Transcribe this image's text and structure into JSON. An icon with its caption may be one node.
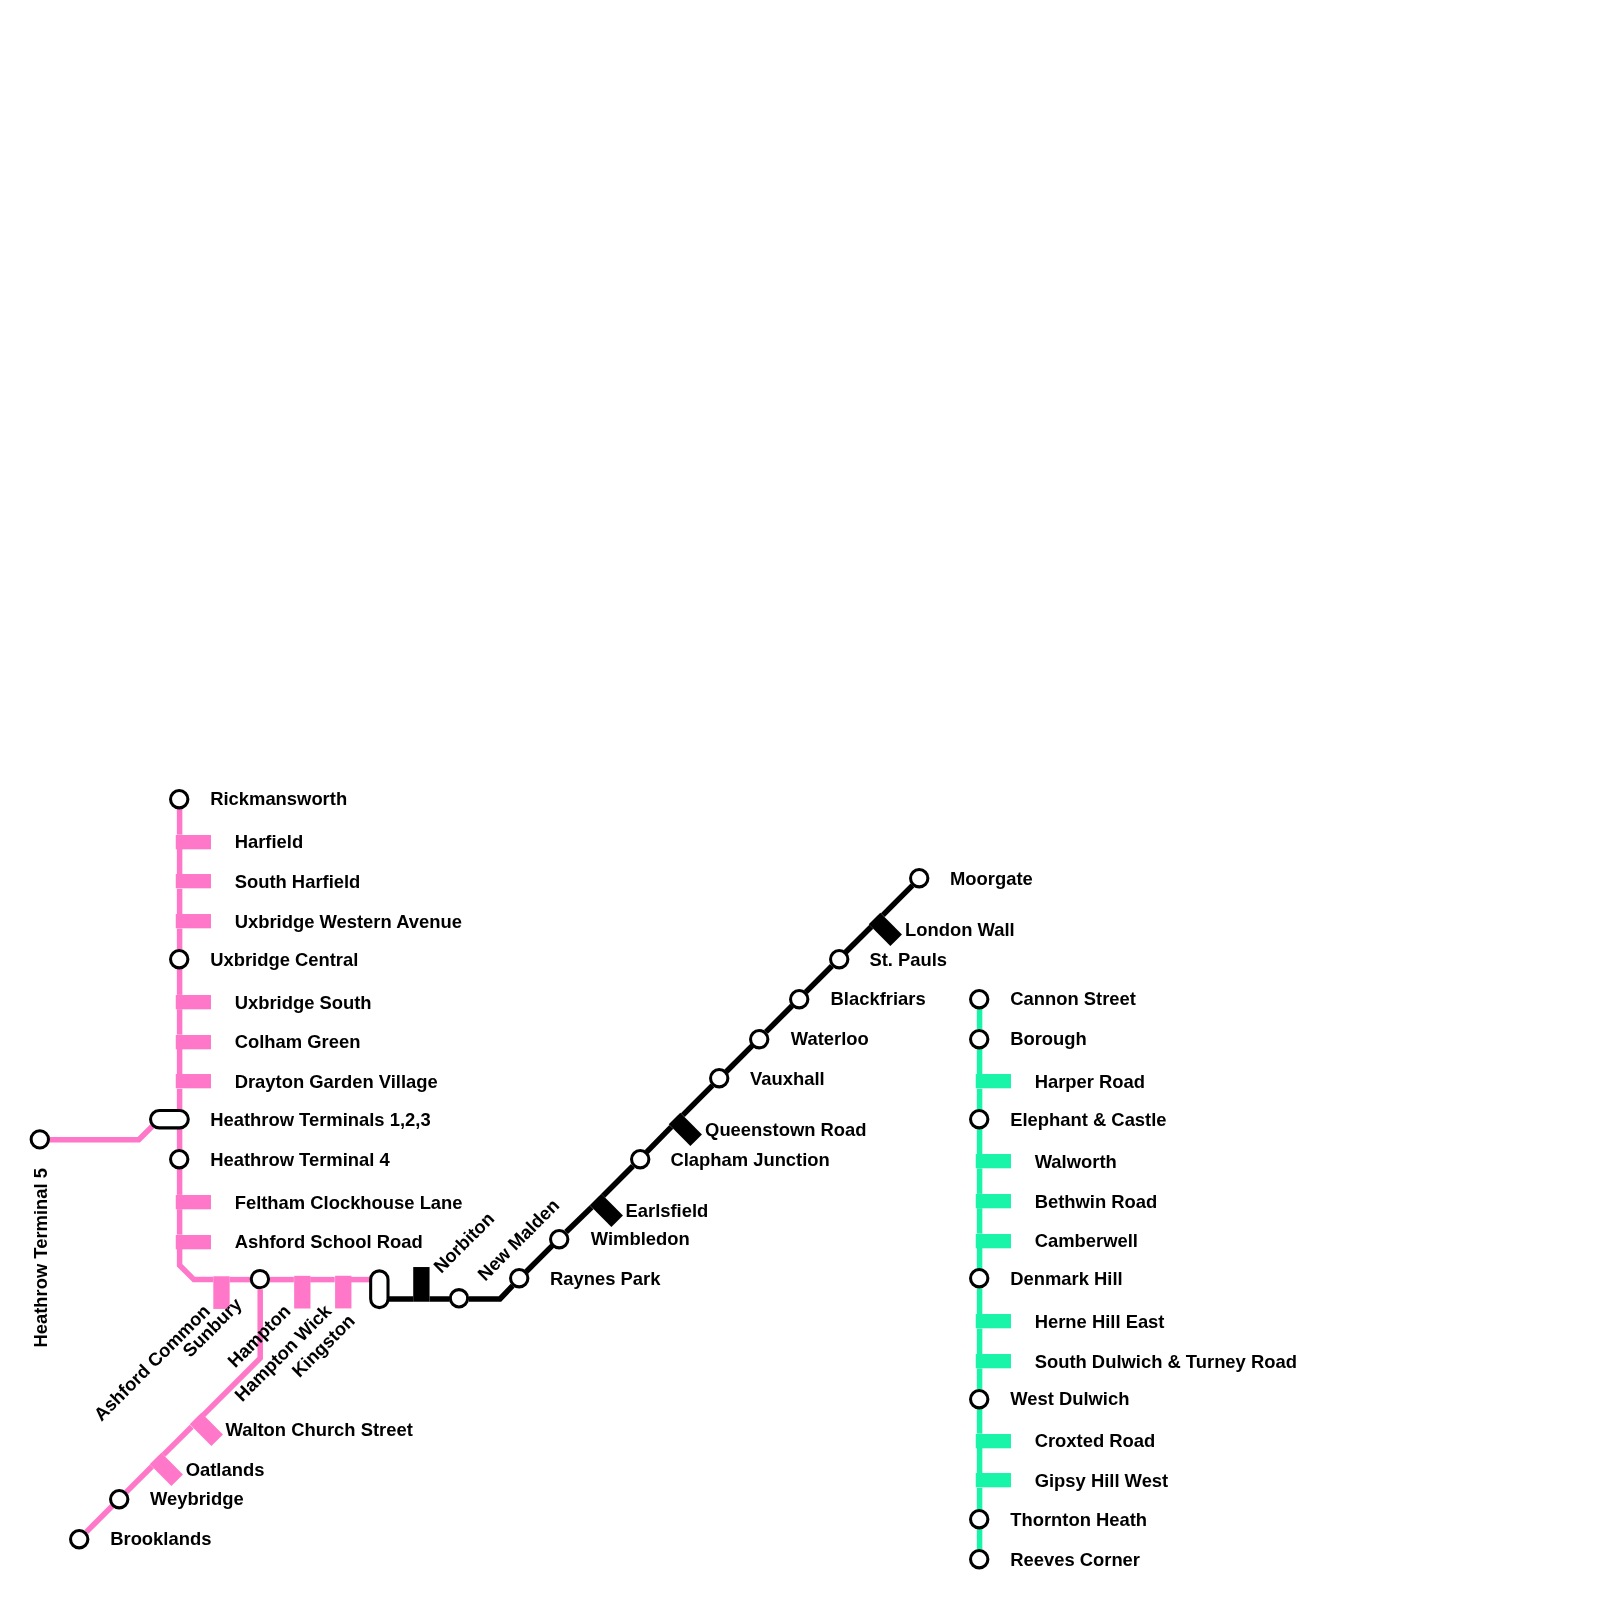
{
  "diagram": {
    "nodes": [
      {
        "text": [
          "Rickmansworth"
        ]
      },
      {
        "text": [
          "Harfield"
        ]
      },
      {
        "text": [
          "South Harfield"
        ]
      },
      {
        "text": [
          "Uxbridge Western Avenue"
        ]
      },
      {
        "text": [
          "Uxbridge Central"
        ]
      },
      {
        "text": [
          "Uxbridge South"
        ]
      },
      {
        "text": [
          "Colham Green"
        ]
      },
      {
        "text": [
          "Drayton Garden Village"
        ]
      },
      {
        "text": [
          "Heathrow Terminals 1,2,3"
        ]
      },
      {
        "text": [
          "Heathrow Terminal 4"
        ]
      },
      {
        "text": [
          "Feltham Clockhouse Lane"
        ]
      },
      {
        "text": [
          "Ashford School Road"
        ]
      },
      {
        "text": [
          "Heathrow Terminal 5"
        ]
      },
      {
        "text": [
          "Ashford Common"
        ]
      },
      {
        "text": [
          "Sunbury"
        ]
      },
      {
        "text": [
          "Hampton"
        ]
      },
      {
        "text": [
          "Hampton Wick"
        ]
      },
      {
        "text": [
          "Kingston"
        ]
      },
      {
        "text": [
          "Walton Church Street"
        ]
      },
      {
        "text": [
          "Oatlands"
        ]
      },
      {
        "text": [
          "Weybridge"
        ]
      },
      {
        "text": [
          "Brooklands"
        ]
      },
      {
        "text": [
          "Norbiton"
        ]
      },
      {
        "text": [
          "New Malden"
        ]
      },
      {
        "text": [
          "Raynes Park"
        ]
      },
      {
        "text": [
          "Wimbledon"
        ]
      },
      {
        "text": [
          "Earlsfield"
        ]
      },
      {
        "text": [
          "Clapham Junction"
        ]
      },
      {
        "text": [
          "Queenstown Road"
        ]
      },
      {
        "text": [
          "Vauxhall"
        ]
      },
      {
        "text": [
          "Waterloo"
        ]
      },
      {
        "text": [
          "Blackfriars"
        ]
      },
      {
        "text": [
          "St. Pauls"
        ]
      },
      {
        "text": [
          "London Wall"
        ]
      },
      {
        "text": [
          "Moorgate"
        ]
      },
      {
        "text": [
          "Cannon Street"
        ]
      },
      {
        "text": [
          "Borough"
        ]
      },
      {
        "text": [
          "Harper Road"
        ]
      },
      {
        "text": [
          "Elephant & Castle"
        ]
      },
      {
        "text": [
          "Walworth"
        ]
      },
      {
        "text": [
          "Bethwin Road"
        ]
      },
      {
        "text": [
          "Camberwell"
        ]
      },
      {
        "text": [
          "Denmark Hill"
        ]
      },
      {
        "text": [
          "Herne Hill East"
        ]
      },
      {
        "text": [
          "South Dulwich & Turney Road"
        ]
      },
      {
        "text": [
          "West Dulwich"
        ]
      },
      {
        "text": [
          "Croxted Road"
        ]
      },
      {
        "text": [
          "Gipsy Hill West"
        ]
      },
      {
        "text": [
          "Thornton Heath"
        ]
      },
      {
        "text": [
          "Reeves Corner"
        ]
      }
    ],
    "edges": [
      {
        "from": 0,
        "to": 1,
        "arrow": "none"
      },
      {
        "from": 1,
        "to": 2,
        "arrow": "none"
      },
      {
        "from": 2,
        "to": 3,
        "arrow": "none"
      },
      {
        "from": 3,
        "to": 4,
        "arrow": "none"
      },
      {
        "from": 4,
        "to": 5,
        "arrow": "none"
      },
      {
        "from": 5,
        "to": 6,
        "arrow": "none"
      },
      {
        "from": 6,
        "to": 7,
        "arrow": "none"
      },
      {
        "from": 7,
        "to": 8,
        "arrow": "none"
      },
      {
        "from": 8,
        "to": 9,
        "arrow": "none"
      },
      {
        "from": 9,
        "to": 10,
        "arrow": "none"
      },
      {
        "from": 10,
        "to": 11,
        "arrow": "none"
      },
      {
        "from": 8,
        "to": 12,
        "arrow": "none"
      },
      {
        "from": 11,
        "to": 13,
        "arrow": "none"
      },
      {
        "from": 13,
        "to": 14,
        "arrow": "none"
      },
      {
        "from": 14,
        "to": 15,
        "arrow": "none"
      },
      {
        "from": 15,
        "to": 16,
        "arrow": "none"
      },
      {
        "from": 16,
        "to": 17,
        "arrow": "none"
      },
      {
        "from": 14,
        "to": 18,
        "arrow": "none"
      },
      {
        "from": 18,
        "to": 19,
        "arrow": "none"
      },
      {
        "from": 19,
        "to": 20,
        "arrow": "none"
      },
      {
        "from": 20,
        "to": 21,
        "arrow": "none"
      },
      {
        "from": 17,
        "to": 22,
        "arrow": "none",
        "color": "#000000"
      },
      {
        "from": 22,
        "to": 23,
        "arrow": "none",
        "color": "#000000"
      },
      {
        "from": 23,
        "to": 24,
        "arrow": "none",
        "color": "#000000"
      },
      {
        "from": 24,
        "to": 25,
        "arrow": "none",
        "color": "#000000"
      },
      {
        "from": 25,
        "to": 26,
        "arrow": "none",
        "color": "#000000"
      },
      {
        "from": 26,
        "to": 27,
        "arrow": "none",
        "color": "#000000"
      },
      {
        "from": 27,
        "to": 28,
        "arrow": "none",
        "color": "#000000"
      },
      {
        "from": 28,
        "to": 29,
        "arrow": "none",
        "color": "#000000"
      },
      {
        "from": 29,
        "to": 30,
        "arrow": "none",
        "color": "#000000"
      },
      {
        "from": 30,
        "to": 31,
        "arrow": "none",
        "color": "#000000"
      },
      {
        "from": 31,
        "to": 32,
        "arrow": "none",
        "color": "#000000"
      },
      {
        "from": 32,
        "to": 33,
        "arrow": "none",
        "color": "#000000"
      },
      {
        "from": 33,
        "to": 34,
        "arrow": "none",
        "color": "#000000"
      },
      {
        "from": 35,
        "to": 36,
        "arrow": "none",
        "color": "#19f5a8"
      },
      {
        "from": 36,
        "to": 37,
        "arrow": "none",
        "color": "#19f5a8"
      },
      {
        "from": 37,
        "to": 38,
        "arrow": "none",
        "color": "#19f5a8"
      },
      {
        "from": 38,
        "to": 39,
        "arrow": "none",
        "color": "#19f5a8"
      },
      {
        "from": 39,
        "to": 40,
        "arrow": "none",
        "color": "#19f5a8"
      },
      {
        "from": 40,
        "to": 41,
        "arrow": "none",
        "color": "#19f5a8"
      },
      {
        "from": 41,
        "to": 42,
        "arrow": "none",
        "color": "#19f5a8"
      },
      {
        "from": 42,
        "to": 43,
        "arrow": "none",
        "color": "#19f5a8"
      },
      {
        "from": 43,
        "to": 44,
        "arrow": "none",
        "color": "#19f5a8"
      },
      {
        "from": 44,
        "to": 45,
        "arrow": "none",
        "color": "#19f5a8"
      },
      {
        "from": 45,
        "to": 46,
        "arrow": "none",
        "color": "#19f5a8"
      },
      {
        "from": 46,
        "to": 47,
        "arrow": "none",
        "color": "#19f5a8"
      },
      {
        "from": 47,
        "to": 48,
        "arrow": "none",
        "color": "#19f5a8"
      },
      {
        "from": 48,
        "to": 49,
        "arrow": "none",
        "color": "#19f5a8"
      }
    ]
  }
}
